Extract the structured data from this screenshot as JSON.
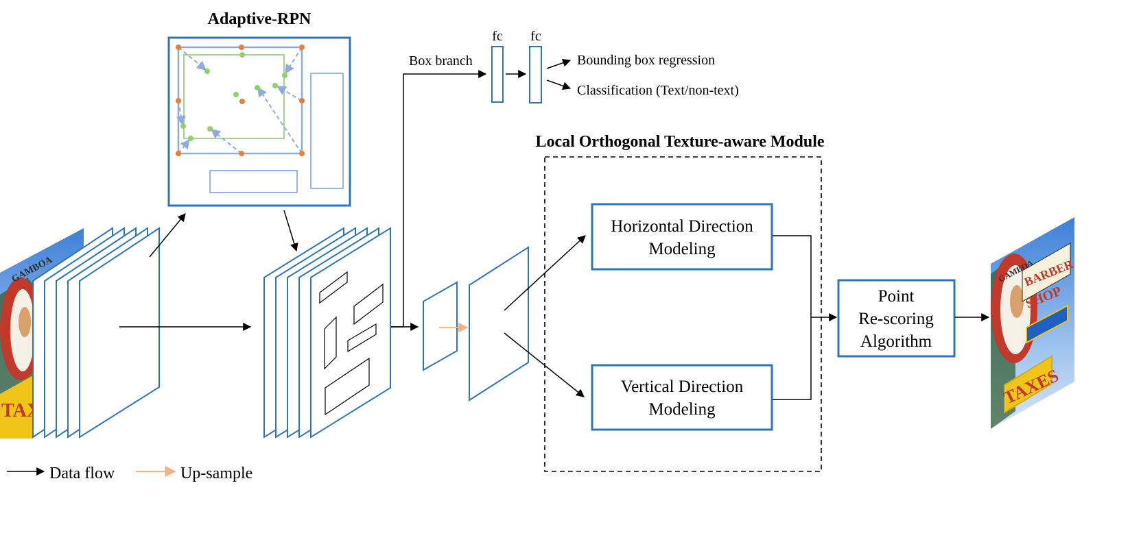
{
  "rpn": {
    "title": "Adaptive-RPN"
  },
  "box_branch": {
    "label": "Box branch",
    "fc1_label": "fc",
    "fc2_label": "fc",
    "output_regression": "Bounding box regression",
    "output_classification": "Classification (Text/non-text)"
  },
  "lotm": {
    "title": "Local Orthogonal Texture-aware Module",
    "horizontal_line1": "Horizontal Direction",
    "horizontal_line2": "Modeling",
    "vertical_line1": "Vertical Direction",
    "vertical_line2": "Modeling"
  },
  "rescoring": {
    "line1": "Point",
    "line2": "Re-scoring",
    "line3": "Algorithm"
  },
  "sign_text": {
    "top": "GAMBOA",
    "barber": "BARBER",
    "shop": "SHOP",
    "bottom": "TAXES"
  },
  "legend": {
    "data_flow": "Data flow",
    "up_sample": "Up-sample"
  },
  "colors": {
    "blue": "#2e75b6",
    "orange_point": "#ed7d31",
    "green_point": "#8fd16f",
    "upsample_arrow": "#f4b183",
    "dashed_blue": "#8faadc"
  }
}
